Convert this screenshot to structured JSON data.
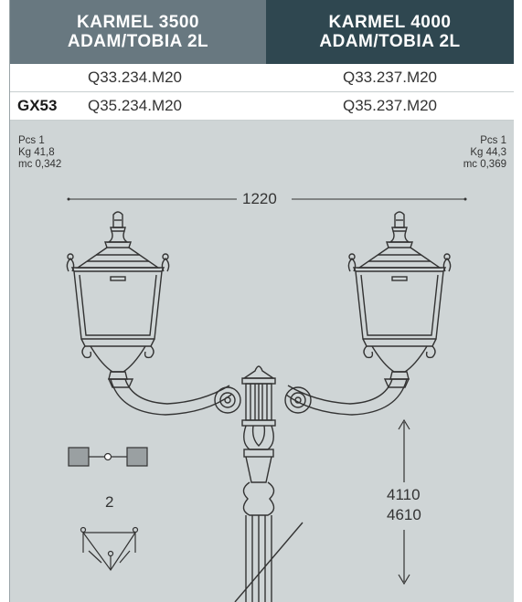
{
  "header": {
    "col1": {
      "line1": "KARMEL 3500",
      "line2": "ADAM/TOBIA 2L"
    },
    "col2": {
      "line1": "KARMEL 4000",
      "line2": "ADAM/TOBIA 2L"
    }
  },
  "rows": [
    {
      "variant": "",
      "code1": "Q33.234.M20",
      "code2": "Q33.237.M20"
    },
    {
      "variant": "GX53",
      "code1": "Q35.234.M20",
      "code2": "Q35.237.M20"
    }
  ],
  "specs": {
    "left": {
      "pcs": "Pcs 1",
      "kg": "Kg  41,8",
      "mc": "mc  0,342"
    },
    "right": {
      "pcs": "Pcs 1",
      "kg": "Kg  44,3",
      "mc": "mc  0,369"
    }
  },
  "dimensions": {
    "width": "1220",
    "height1": "4110",
    "height2": "4610"
  },
  "mount_count": "2",
  "colors": {
    "header_light": "#687880",
    "header_dark": "#2f4750",
    "drawing_bg": "#cfd5d6"
  }
}
